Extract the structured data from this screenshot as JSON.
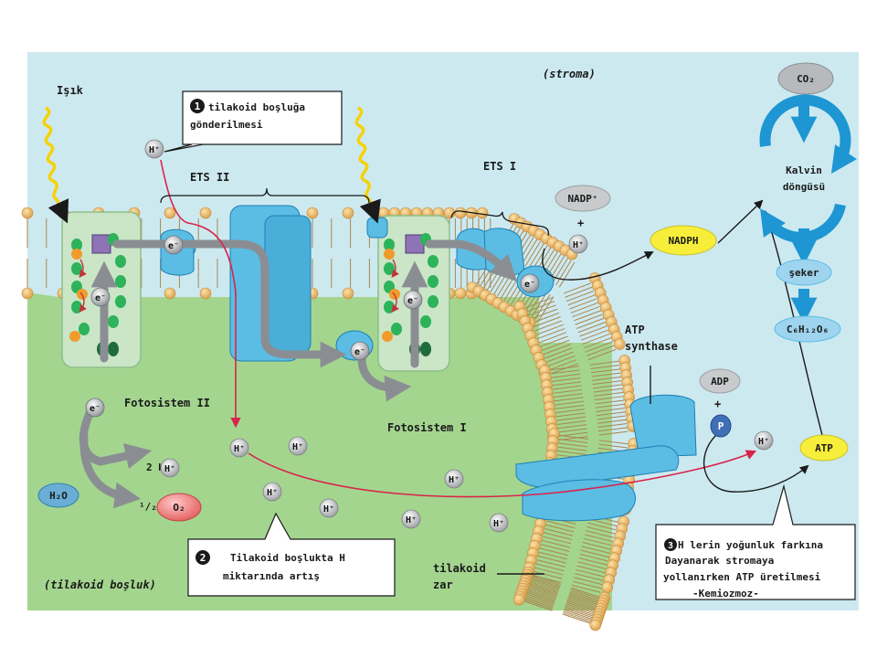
{
  "labels": {
    "light": "Işık",
    "stroma": "(stroma)",
    "lumen": "(tilakoid boşluk)",
    "ets2": "ETS II",
    "ets1": "ETS I",
    "ps2": "Fotosistem II",
    "ps1": "Fotosistem I",
    "atp_synthase_1": "ATP",
    "atp_synthase_2": "synthase",
    "thylakoid_membrane_1": "tilakoid",
    "thylakoid_membrane_2": "zar",
    "calvin_1": "Kalvin",
    "calvin_2": "döngüsü"
  },
  "molecules": {
    "co2": "CO₂",
    "sugar": "şeker",
    "glucose": "C₆H₁₂O₆",
    "nadp": "NADP⁺",
    "nadph": "NADPH",
    "adp": "ADP",
    "p": "P",
    "atp": "ATP",
    "h2o": "H₂O",
    "two_h": "2 H⁺",
    "half_o2_num": "¹/₂",
    "o2": "O₂",
    "h_ion": "H⁺",
    "electron": "e⁻",
    "plus": "+"
  },
  "callouts": {
    "c1_num": "1",
    "c1_line1": "tilakoid boşluğa",
    "c1_line2": "gönderilmesi",
    "c2_num": "2",
    "c2_line1": "Tilakoid boşlukta H",
    "c2_line2": "miktarında artış",
    "c3_num": "3",
    "c3_line1": "H lerin yoğunluk farkına",
    "c3_line2": "Dayanarak stromaya",
    "c3_line3": "yollanırken ATP üretilmesi",
    "c3_line4": "-Kemiozmoz-"
  },
  "colors": {
    "stroma": "#cde9f0",
    "lumen": "#a4d58f",
    "protein": "#5bbde4",
    "photosystem": "#cbe5c7",
    "proton_arrow": "#d9234b",
    "nadph": "#f6ee3a",
    "atp": "#f6ee3a",
    "o2": "#ec6f6f",
    "h2o": "#6aaed6",
    "light": "#f5d20a"
  }
}
